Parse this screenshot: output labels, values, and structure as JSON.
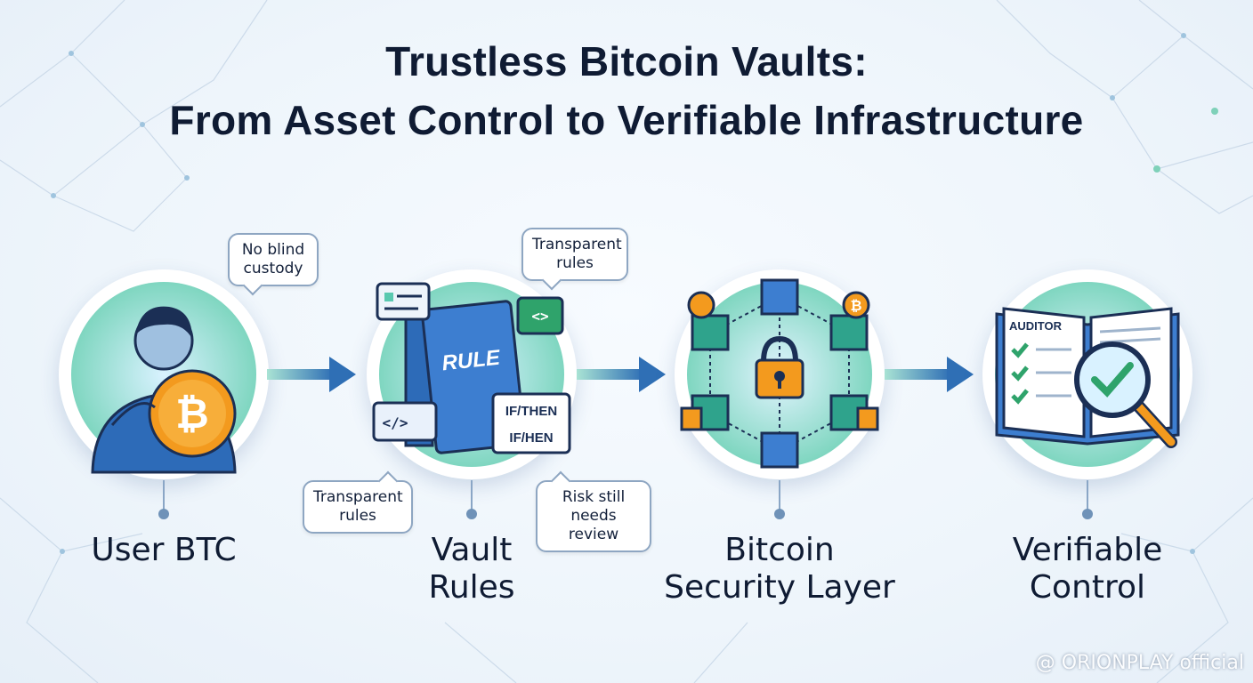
{
  "title": {
    "line1": "Trustless Bitcoin Vaults:",
    "line2": "From Asset Control to Verifiable Infrastructure"
  },
  "stages": [
    {
      "label": "User BTC",
      "icon": "person-holding-bitcoin-icon"
    },
    {
      "label": "Vault Rules",
      "icon": "rule-book-icon",
      "label_line1": "Vault",
      "label_line2": "Rules"
    },
    {
      "label": "Bitcoin Security Layer",
      "icon": "blockchain-lock-icon",
      "label_line1": "Bitcoin",
      "label_line2": "Security Layer"
    },
    {
      "label": "Verifiable Control",
      "icon": "auditor-magnifier-icon",
      "label_line1": "Verifiable",
      "label_line2": "Control"
    }
  ],
  "callouts": {
    "no_blind_custody": "No blind custody",
    "no_blind_custody_l1": "No blind",
    "no_blind_custody_l2": "custody",
    "transparent_rules_top_l1": "Transparent",
    "transparent_rules_top_l2": "rules",
    "transparent_rules_bottom_l1": "Transparent",
    "transparent_rules_bottom_l2": "rules",
    "risk_l1": "Risk still",
    "risk_l2": "needs review"
  },
  "icon_text": {
    "rule": "RULE",
    "if_then_1": "IF/THEN",
    "if_then_2": "IF/HEN",
    "auditor": "AUDITOR",
    "code_tag": "</>",
    "code_tag_2": "<>",
    "bitcoin_symbol": "₿"
  },
  "watermark": "@ ORIONPLAY official",
  "colors": {
    "title": "#0f1b33",
    "arrow": "#2f6fb5",
    "bitcoin_orange": "#f39a1e",
    "teal": "#5ac9b0",
    "blue": "#2d6bb8"
  }
}
